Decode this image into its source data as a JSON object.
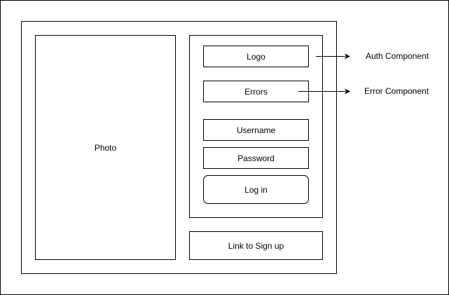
{
  "photo": {
    "label": "Photo"
  },
  "auth_panel": {
    "logo_label": "Logo",
    "errors_label": "Errors",
    "username_label": "Username",
    "password_label": "Password",
    "login_label": "Log in"
  },
  "signup": {
    "label": "Link to Sign up"
  },
  "annotations": {
    "auth_component": "Auth Component",
    "error_component": "Error Component"
  },
  "colors": {
    "stroke": "#000000",
    "fill": "#ffffff"
  }
}
